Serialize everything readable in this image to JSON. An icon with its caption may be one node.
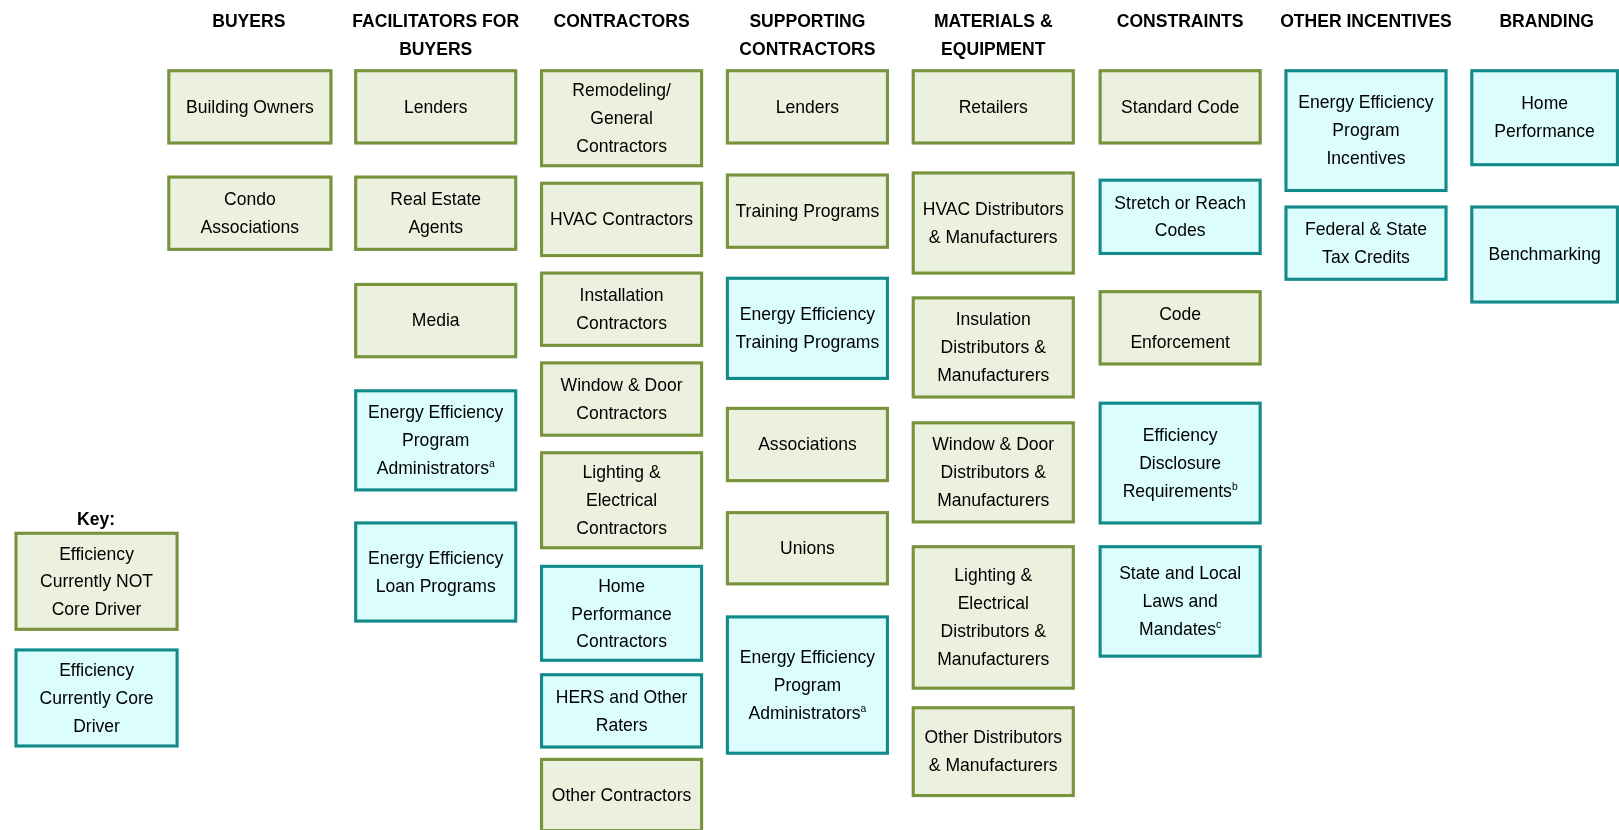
{
  "diagram": {
    "nodes": [
      {
        "text": [
          "Building Owners"
        ]
      },
      {
        "text": [
          "Condo Associations"
        ]
      },
      {
        "text": [
          "Lenders"
        ]
      },
      {
        "text": [
          "Real Estate Agents"
        ]
      },
      {
        "text": [
          "Media"
        ]
      },
      {
        "text": [
          "Energy Efficiency Program Administrators$^{a}$"
        ]
      },
      {
        "text": [
          "Energy Efficiency Loan Programs"
        ]
      },
      {
        "text": [
          "Remodeling/ General Contractors"
        ]
      },
      {
        "text": [
          "HVAC Contractors"
        ]
      },
      {
        "text": [
          "Installation Contractors"
        ]
      },
      {
        "text": [
          "Window & Door Contractors"
        ]
      },
      {
        "text": [
          "Lighting & Electrical Contractors"
        ]
      },
      {
        "text": [
          "Home Performance Contractors"
        ]
      },
      {
        "text": [
          "HERS and Other Raters"
        ]
      },
      {
        "text": [
          "Other Contractors"
        ]
      },
      {
        "text": [
          "Lenders"
        ]
      },
      {
        "text": [
          "Training Programs"
        ]
      },
      {
        "text": [
          "Energy Efficiency Training Programs"
        ]
      },
      {
        "text": [
          "Associations"
        ]
      },
      {
        "text": [
          "Unions"
        ]
      },
      {
        "text": [
          "Energy Efficiency Program Administrators$^{a}$"
        ]
      },
      {
        "text": [
          "Retailers"
        ]
      },
      {
        "text": [
          "HVAC Distributors & Manufacturers"
        ]
      },
      {
        "text": [
          "Insulation Distributors & Manufacturers"
        ]
      },
      {
        "text": [
          "Window & Door Distributors & Manufacturers"
        ]
      },
      {
        "text": [
          "Lighting & Electrical Distributors & Manufacturers"
        ]
      },
      {
        "text": [
          "Other Distributors & Manufacturers"
        ]
      },
      {
        "text": [
          "Standard Code"
        ]
      },
      {
        "text": [
          "Stretch or Reach Codes"
        ]
      },
      {
        "text": [
          "Code Enforcement"
        ]
      },
      {
        "text": [
          "Efficiency Disclosure Requirements$^{b}$"
        ]
      },
      {
        "text": [
          "State and Local Laws and Mandates$^{c}$"
        ]
      },
      {
        "text": [
          "Energy Efficiency Program Incentives"
        ]
      },
      {
        "text": [
          "Federal & State Tax Credits"
        ]
      },
      {
        "text": [
          "Home Performance"
        ]
      },
      {
        "text": [
          "Benchmarking"
        ]
      }
    ],
    "labels": [
      "BUYERS",
      "FACILITATORS FOR BUYERS",
      "CONTRACTORS",
      "SUPPORTING CONTRACTORS",
      "MATERIALS & EQUIPMENT",
      "CONSTRAINTS",
      "OTHER INCENTIVES",
      "BRANDING",
      "Key:"
    ],
    "legend": [
      {
        "text": "Efficiency Currently NOT Core Driver",
        "color": "#ebf1de"
      },
      {
        "text": "Efficiency Currently Core Driver",
        "color": "#dbfdfd"
      }
    ]
  }
}
